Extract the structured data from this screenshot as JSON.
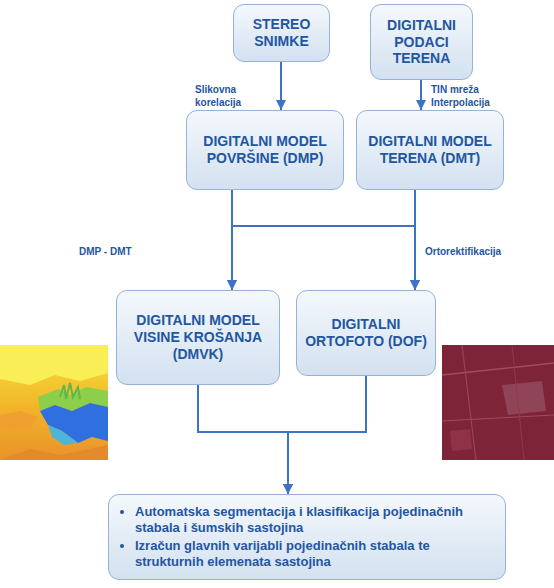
{
  "diagram": {
    "nodes": [
      {
        "text": [
          "STEREO SNIMKE"
        ]
      },
      {
        "text": [
          "DIGITALNI PODACI TERENA"
        ]
      },
      {
        "text": [
          "DIGITALNI MODEL POVRŠINE (DMP)"
        ]
      },
      {
        "text": [
          "DIGITALNI MODEL TERENA (DMT)"
        ]
      },
      {
        "text": [
          "DIGITALNI MODEL VISINE KROŠANJA (DMVK)"
        ]
      },
      {
        "text": [
          "DIGITALNI ORTOFOTO (DOF)"
        ]
      },
      {
        "text": [
          "Automatska segmentacija i klasifikacija pojedinačnih stabala i šumskih sastojina",
          "Izračun glavnih varijabli pojedinačnih stabala te strukturnih elemenata sastojina"
        ]
      }
    ],
    "edges": [
      {
        "from": 0,
        "to": 2,
        "arrow": "to",
        "label": "Slikovna korelacija"
      },
      {
        "from": 1,
        "to": 3,
        "arrow": "to",
        "label": "TIN mreža Interpolacija"
      },
      {
        "from": 2,
        "to": 4,
        "arrow": "to",
        "label": "DMP - DMT"
      },
      {
        "from": 3,
        "to": 4,
        "arrow": "to"
      },
      {
        "from": 2,
        "to": 5,
        "arrow": "to"
      },
      {
        "from": 3,
        "to": 5,
        "arrow": "to",
        "label": "Ortorektifikacija"
      },
      {
        "from": 4,
        "to": 6,
        "arrow": "to"
      },
      {
        "from": 5,
        "to": 6,
        "arrow": "to"
      }
    ]
  }
}
